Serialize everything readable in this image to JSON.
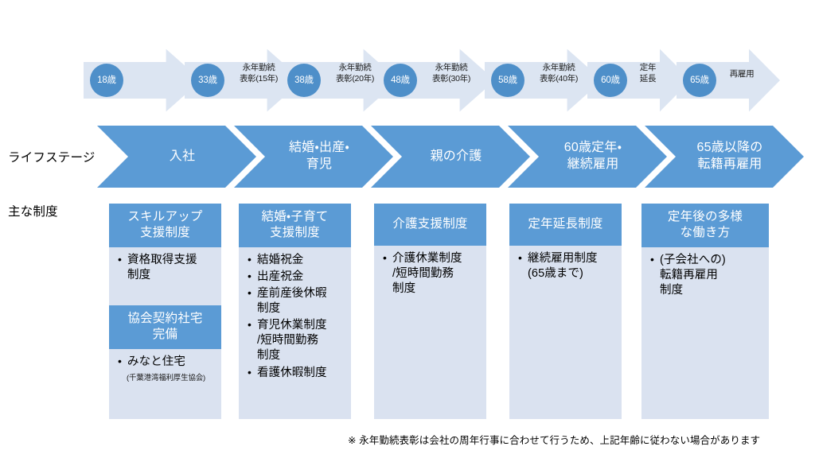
{
  "colors": {
    "timeline_arrow": "#dce5f2",
    "timeline_badge": "#4e8fc9",
    "stage_chevron": "#5b9bd5",
    "card_header": "#5b9bd5",
    "card_body": "#dae2f0",
    "text_dark": "#000000",
    "text_light": "#ffffff"
  },
  "row_labels": {
    "lifestage": "ライフステージ",
    "systems": "主な制度"
  },
  "timeline": {
    "items": [
      {
        "age": "18歳",
        "caption": "",
        "caption_line1": "",
        "caption_line2": ""
      },
      {
        "age": "33歳",
        "caption": "永年勤続\n表彰(15年)",
        "caption_line1": "永年勤続",
        "caption_line2": "表彰(15年)"
      },
      {
        "age": "38歳",
        "caption": "永年勤続\n表彰(20年)",
        "caption_line1": "永年勤続",
        "caption_line2": "表彰(20年)"
      },
      {
        "age": "48歳",
        "caption": "永年勤続\n表彰(30年)",
        "caption_line1": "永年勤続",
        "caption_line2": "表彰(30年)"
      },
      {
        "age": "58歳",
        "caption": "永年勤続\n表彰(40年)",
        "caption_line1": "永年勤続",
        "caption_line2": "表彰(40年)"
      },
      {
        "age": "60歳",
        "caption": "定年\n延長",
        "caption_line1": "定年",
        "caption_line2": "延長"
      },
      {
        "age": "65歳",
        "caption": "再雇用",
        "caption_line1": "再雇用",
        "caption_line2": ""
      }
    ]
  },
  "life_stages": {
    "items": [
      {
        "label": "入社"
      },
      {
        "label": "結婚・出産・\n育児"
      },
      {
        "label": "親の介護"
      },
      {
        "label": "60歳定年・\n継続雇用"
      },
      {
        "label": "65歳以降の\n転籍再雇用"
      }
    ]
  },
  "cards": [
    {
      "sections": [
        {
          "header": "スキルアップ\n支援制度",
          "bullets": [
            "資格取得支援\n制度"
          ],
          "note": ""
        },
        {
          "header": "協会契約社宅\n完備",
          "bullets": [
            "みなと住宅"
          ],
          "note": "(千葉港湾福利厚生協会)"
        }
      ]
    },
    {
      "sections": [
        {
          "header": "結婚・子育て\n支援制度",
          "bullets": [
            "結婚祝金",
            "出産祝金",
            "産前産後休暇\n制度",
            "育児休業制度\n/短時間勤務\n制度",
            "看護休暇制度"
          ],
          "note": ""
        }
      ]
    },
    {
      "sections": [
        {
          "header": "介護支援制度",
          "bullets": [
            "介護休業制度\n/短時間勤務\n制度"
          ],
          "note": ""
        }
      ]
    },
    {
      "sections": [
        {
          "header": "定年延長制度",
          "bullets": [
            "継続雇用制度\n(65歳まで)"
          ],
          "note": ""
        }
      ]
    },
    {
      "sections": [
        {
          "header": "定年後の多様\nな働き方",
          "bullets": [
            "(子会社への)\n転籍再雇用\n制度"
          ],
          "note": ""
        }
      ]
    }
  ],
  "footnote": {
    "text": "※ 永年勤続表彰は会社の周年行事に合わせて行うため、上記年齢に従わない場合があります"
  }
}
